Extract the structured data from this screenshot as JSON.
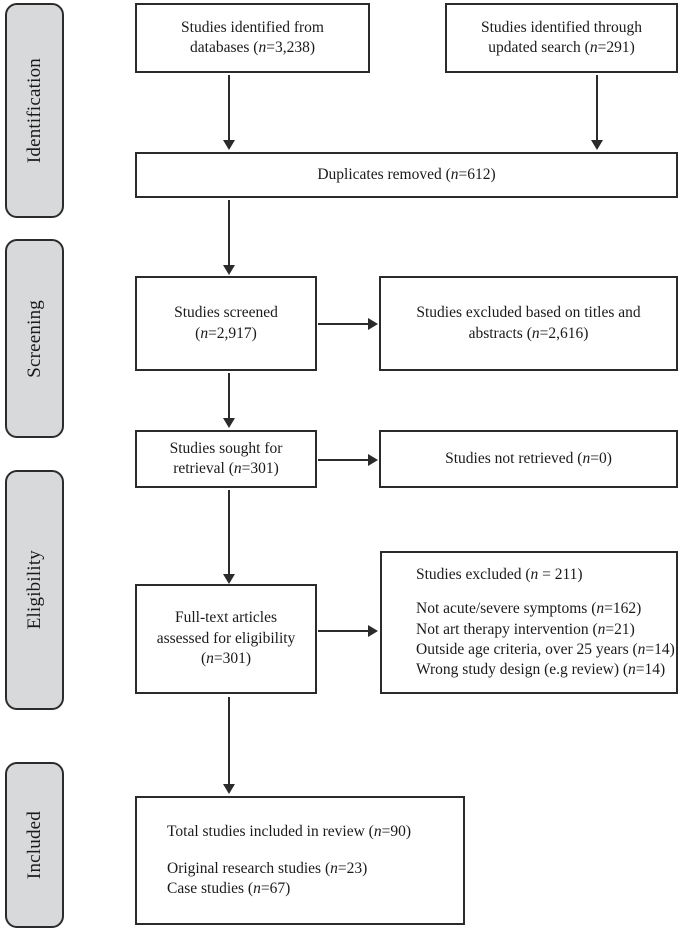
{
  "diagram": {
    "type": "prisma-flow-diagram",
    "colors": {
      "stage_bar_fill": "#d7d9da",
      "stroke": "#2b2b2b",
      "box_fill": "#ffffff",
      "text": "#1a1a1a"
    },
    "stages": [
      {
        "id": "identification",
        "label": "Identification"
      },
      {
        "id": "screening",
        "label": "Screening"
      },
      {
        "id": "eligibility",
        "label": "Eligibility"
      },
      {
        "id": "included",
        "label": "Included"
      }
    ],
    "boxes": {
      "databases": {
        "line1": "Studies identified from",
        "line2": "databases (n=3,238)"
      },
      "updated_search": {
        "line1": "Studies identified through",
        "line2": "updated search (n=291)"
      },
      "duplicates": {
        "line1": "Duplicates removed (n=612)"
      },
      "screened": {
        "line1": "Studies screened",
        "line2": "(n=2,917)"
      },
      "excluded_titles": {
        "line1": "Studies excluded based on titles and",
        "line2": "abstracts (n=2,616)"
      },
      "sought": {
        "line1": "Studies sought for",
        "line2": "retrieval (n=301)"
      },
      "not_retrieved": {
        "line1": "Studies not retrieved (n=0)"
      },
      "fulltext": {
        "line1": "Full-text articles",
        "line2": "assessed for eligibility",
        "line3": "(n=301)"
      },
      "excluded_fulltext": {
        "heading": "Studies excluded (n = 211)",
        "reasons": [
          "Not acute/severe symptoms (n=162)",
          "Not art therapy intervention (n=21)",
          "Outside age criteria, over 25 years (n=14)",
          "Wrong study design (e.g review) (n=14)"
        ]
      },
      "included_total": {
        "heading": "Total studies included in review (n=90)",
        "breakdown": [
          "Original research studies (n=23)",
          "Case studies (n=67)"
        ]
      }
    },
    "counts": {
      "databases": 3238,
      "updated_search": 291,
      "duplicates_removed": 612,
      "screened": 2917,
      "excluded_titles_abstracts": 2616,
      "sought_for_retrieval": 301,
      "not_retrieved": 0,
      "fulltext_assessed": 301,
      "excluded_fulltext_total": 211,
      "excluded_not_acute_severe": 162,
      "excluded_not_art_therapy": 21,
      "excluded_outside_age": 14,
      "excluded_wrong_design": 14,
      "included_total": 90,
      "included_original_research": 23,
      "included_case_studies": 67
    }
  }
}
